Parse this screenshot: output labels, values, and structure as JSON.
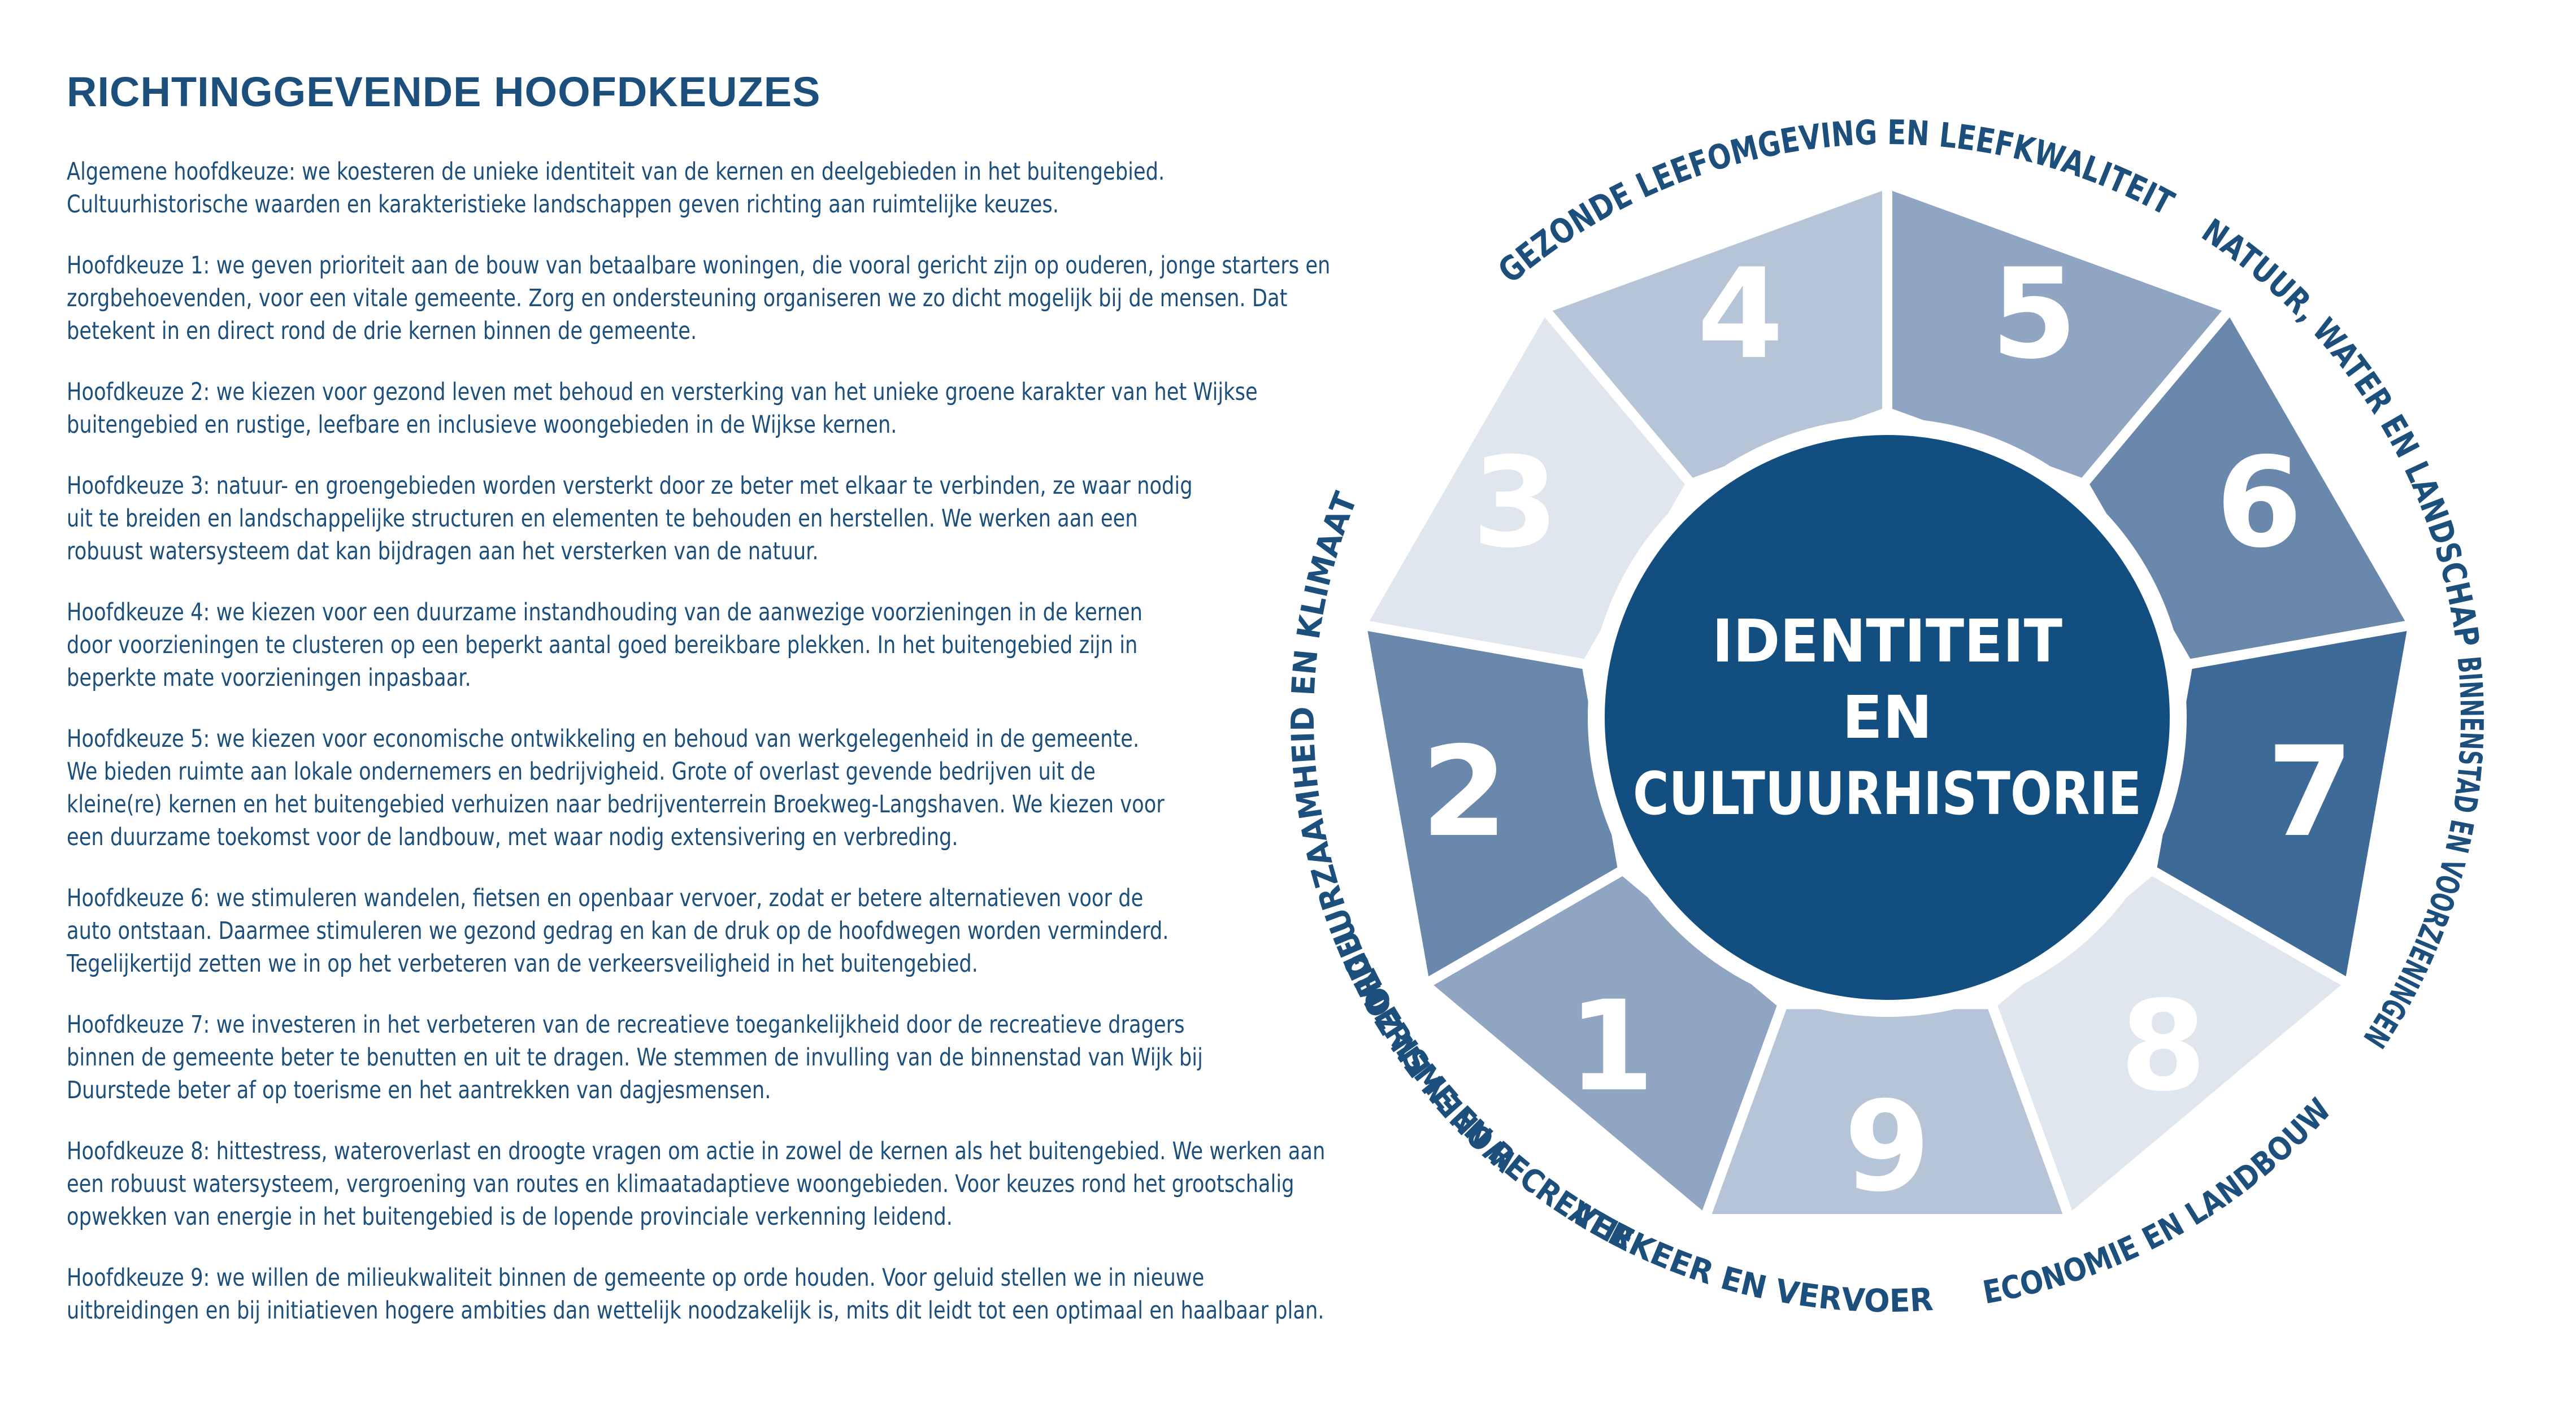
{
  "heading": "RICHTINGGEVENDE HOOFDKEUZES",
  "paragraphs": [
    [
      "Algemene hoofdkeuze: we koesteren de unieke identiteit van de kernen en deelgebieden in het buitengebied.",
      "Cultuurhistorische waarden en karakteristieke landschappen geven richting aan ruimtelijke keuzes."
    ],
    [
      "Hoofdkeuze 1: we geven prioriteit aan de bouw van betaalbare woningen, die vooral gericht zijn op ouderen, jonge starters en",
      "zorgbehoevenden, voor een vitale gemeente. Zorg en ondersteuning organiseren we zo dicht mogelijk bij de mensen. Dat",
      "betekent in en direct rond de drie kernen binnen de gemeente."
    ],
    [
      "Hoofdkeuze 2: we kiezen voor gezond leven met behoud en versterking van het unieke groene karakter van het Wijkse",
      "buitengebied en rustige, leefbare en inclusieve woongebieden in de Wijkse kernen."
    ],
    [
      "Hoofdkeuze 3: natuur- en groengebieden worden versterkt door ze beter met elkaar te verbinden, ze waar nodig",
      "uit te breiden en landschappelijke structuren en elementen te behouden en herstellen. We werken aan een",
      "robuust watersysteem dat kan bijdragen aan het versterken van de natuur."
    ],
    [
      "Hoofdkeuze 4: we kiezen voor een duurzame instandhouding van de aanwezige voorzieningen in de kernen",
      "door voorzieningen te clusteren op een beperkt aantal goed bereikbare plekken. In het buitengebied zijn in",
      "beperkte mate voorzieningen inpasbaar."
    ],
    [
      "Hoofdkeuze 5: we kiezen voor economische ontwikkeling en behoud van werkgelegenheid in de gemeente.",
      "We bieden ruimte aan lokale ondernemers en bedrijvigheid. Grote of overlast gevende bedrijven uit de",
      "kleine(re) kernen en het buitengebied verhuizen naar bedrijventerrein Broekweg-Langshaven. We kiezen voor",
      "een duurzame toekomst voor de landbouw, met waar nodig extensivering en verbreding."
    ],
    [
      "Hoofdkeuze 6: we stimuleren wandelen, fietsen en openbaar vervoer, zodat er betere alternatieven voor de",
      "auto ontstaan. Daarmee stimuleren we gezond gedrag en kan de druk op de hoofdwegen worden verminderd.",
      "Tegelijkertijd zetten we in op het verbeteren van de verkeersveiligheid in het buitengebied."
    ],
    [
      "Hoofdkeuze 7: we investeren in het verbeteren van de recreatieve toegankelijkheid door de recreatieve dragers",
      "binnen de gemeente beter te benutten en uit te dragen. We stemmen de invulling van de binnenstad van Wijk bij",
      "Duurstede beter af op toerisme en het aantrekken van dagjesmensen."
    ],
    [
      "Hoofdkeuze 8: hittestress, wateroverlast en droogte vragen om actie in zowel de kernen als het buitengebied. We werken aan",
      "een robuust watersysteem, vergroening van routes en klimaatadaptieve woongebieden. Voor keuzes rond het grootschalig",
      "opwekken van energie in het buitengebied is de lopende provinciale verkenning leidend."
    ],
    [
      "Hoofdkeuze 9: we willen de milieukwaliteit binnen de gemeente op orde houden. Voor geluid stellen we in nieuwe",
      "uitbreidingen en bij initiatieven hogere ambities dan wettelijk noodzakelijk is, mits dit leidt tot een optimaal en haalbaar plan."
    ]
  ],
  "center": {
    "lines": [
      "IDENTITEIT",
      "EN",
      "CULTUURHISTORIE"
    ],
    "color": "#124f80"
  },
  "segments": [
    {
      "number": "1",
      "color": "#8fa5c1",
      "numColor": "#ffffff"
    },
    {
      "number": "2",
      "color": "#6a87ac",
      "numColor": "#ffffff"
    },
    {
      "number": "3",
      "color": "#dfe6ee",
      "numColor": "#ffffff"
    },
    {
      "number": "4",
      "color": "#b5c4d6",
      "numColor": "#ffffff"
    },
    {
      "number": "5",
      "color": "#8fa5c1",
      "numColor": "#ffffff"
    },
    {
      "number": "6",
      "color": "#6a87ac",
      "numColor": "#ffffff"
    },
    {
      "number": "7",
      "color": "#3e6a98",
      "numColor": "#ffffff"
    },
    {
      "number": "8",
      "color": "#dfe6ee",
      "numColor": "#ffffff"
    },
    {
      "number": "9",
      "color": "#b5c4d6",
      "numColor": "#ffffff"
    }
  ],
  "ring_labels": [
    "WONEN EN ZORG",
    "GEZONDE LEEFOMGEVING EN LEEFKWALITEIT",
    "NATUUR, WATER EN LANDSCHAP",
    "BINNENSTAD EN VOORZIENINGEN",
    "ECONOMIE EN LANDBOUW",
    "VERKEER EN VERVOER",
    "TOERISME EN RECREATIE",
    "DUURZAAMHEID EN KLIMAAT",
    "MILIEU"
  ],
  "text_color": "#1d4f7c"
}
